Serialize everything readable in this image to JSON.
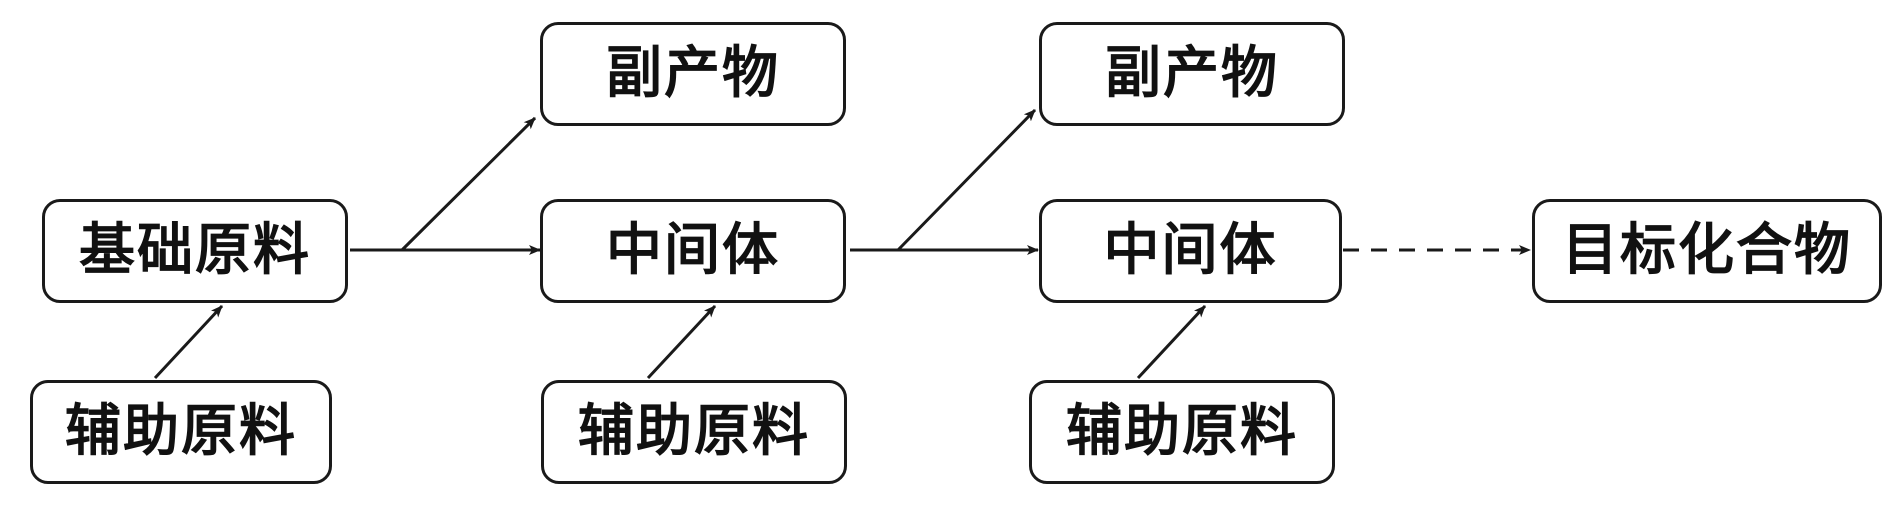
{
  "diagram": {
    "nodes": {
      "base_material": "基础原料",
      "aux_material_1": "辅助原料",
      "byproduct_1": "副产物",
      "intermediate_1": "中间体",
      "aux_material_2": "辅助原料",
      "byproduct_2": "副产物",
      "intermediate_2": "中间体",
      "aux_material_3": "辅助原料",
      "target_compound": "目标化合物"
    },
    "colors": {
      "stroke": "#1a1a1a",
      "text": "#111111",
      "background": "#ffffff"
    }
  }
}
